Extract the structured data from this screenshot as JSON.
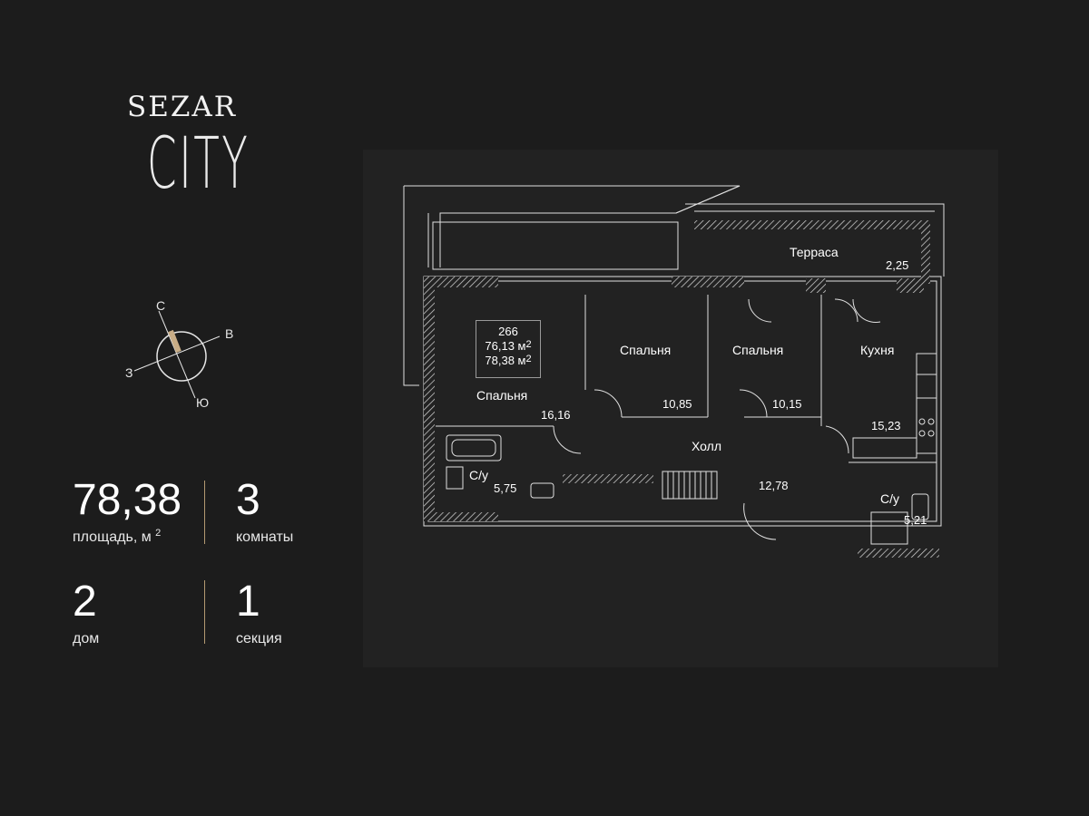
{
  "brand": {
    "top": "SEZAR",
    "bottom": "CITY"
  },
  "compass": {
    "north": "С",
    "east": "В",
    "south": "Ю",
    "west": "З"
  },
  "stats": {
    "area_value": "78,38",
    "area_label": "площадь, м",
    "area_unit_sup": "2",
    "rooms_value": "3",
    "rooms_label": "комнаты",
    "house_value": "2",
    "house_label": "дом",
    "section_value": "1",
    "section_label": "секция"
  },
  "plan": {
    "apartment_number": "266",
    "area_living": "76,13 м",
    "area_total": "78,38 м",
    "area_sup": "2",
    "rooms": [
      {
        "name": "Терраса",
        "area": "2,25"
      },
      {
        "name": "Спальня",
        "area": "16,16"
      },
      {
        "name": "Спальня",
        "area": "10,85"
      },
      {
        "name": "Спальня",
        "area": "10,15"
      },
      {
        "name": "Кухня",
        "area": "15,23"
      },
      {
        "name": "Холл",
        "area": "12,78"
      },
      {
        "name": "С/у",
        "area": "5,75"
      },
      {
        "name": "С/у",
        "area": "5,21"
      }
    ]
  },
  "colors": {
    "background": "#1c1c1c",
    "panel": "#222222",
    "accent": "#c9ad86",
    "line": "#e6e6e6"
  }
}
